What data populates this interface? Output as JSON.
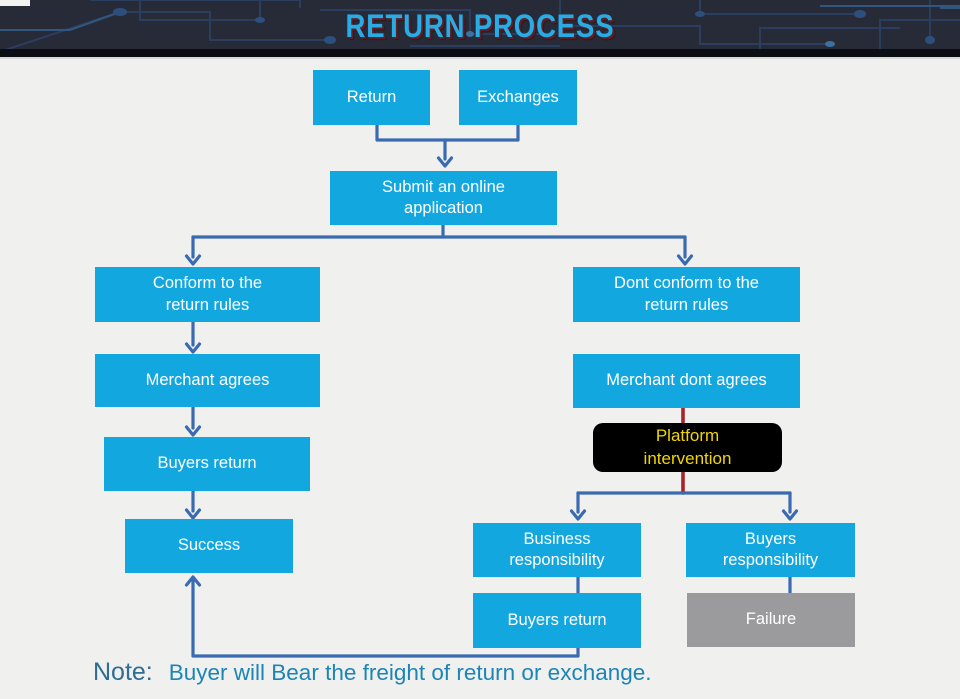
{
  "header": {
    "title": "RETURN PROCESS"
  },
  "flowchart": {
    "nodes": {
      "return": {
        "label": "Return"
      },
      "exchanges": {
        "label": "Exchanges"
      },
      "submit": {
        "label": [
          "Submit an online",
          "application"
        ]
      },
      "conform": {
        "label": [
          "Conform to the",
          "return rules"
        ]
      },
      "dont_conform": {
        "label": [
          "Dont conform to the",
          "return rules"
        ]
      },
      "merchant_agrees": {
        "label": "Merchant agrees"
      },
      "merchant_dont_agrees": {
        "label": "Merchant dont agrees"
      },
      "buyers_return": {
        "label": "Buyers return"
      },
      "platform_intervention": {
        "label": [
          "Platform",
          "intervention"
        ]
      },
      "success": {
        "label": "Success"
      },
      "business_responsibility": {
        "label": [
          "Business",
          "responsibility"
        ]
      },
      "buyers_responsibility": {
        "label": [
          "Buyers",
          "responsibility"
        ]
      },
      "buyers_return_2": {
        "label": "Buyers return"
      },
      "failure": {
        "label": "Failure"
      }
    },
    "colors": {
      "process_box": "#13a7e0",
      "connector_blue": "#3a6bb0",
      "connector_red": "#a6242a",
      "intervention_box": "#000000",
      "intervention_text": "#f2d600",
      "failure_box": "#9b9b9d",
      "box_text": "#ffffff",
      "banner_bg": "#262b37",
      "title_color": "#29ace4"
    }
  },
  "note": {
    "prefix": "Note:",
    "text": "Buyer will Bear the freight of return or exchange."
  }
}
